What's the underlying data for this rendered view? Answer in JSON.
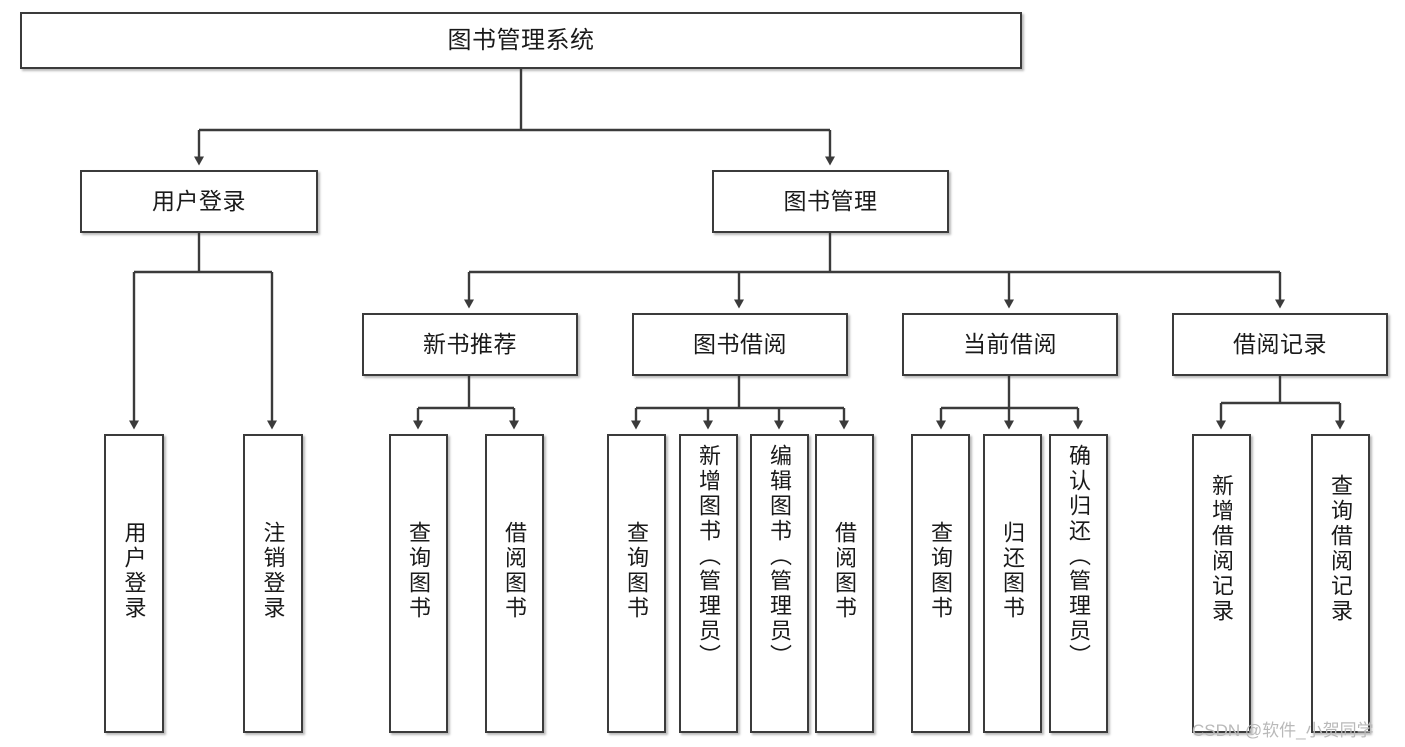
{
  "diagram": {
    "title": "图书管理系统",
    "type": "hierarchy-tree",
    "watermark": "CSDN @软件_小贺同学",
    "colors": {
      "node_border": "#3b3b3b",
      "node_fill": "#ffffff",
      "edge": "#3b3b3b",
      "text": "#1a1a1a",
      "watermark": "#b9b9b9",
      "background": "#ffffff"
    },
    "nodes": {
      "root": {
        "label": "图书管理系统"
      },
      "level2": [
        {
          "id": "user-login",
          "label": "用户登录"
        },
        {
          "id": "book-manage",
          "label": "图书管理"
        }
      ],
      "level3": [
        {
          "id": "new-book-recommend",
          "label": "新书推荐"
        },
        {
          "id": "book-borrow",
          "label": "图书借阅"
        },
        {
          "id": "current-borrow",
          "label": "当前借阅"
        },
        {
          "id": "borrow-record",
          "label": "借阅记录"
        }
      ],
      "leaves": {
        "user_login_children": [
          {
            "id": "leaf-user-login",
            "label": "用户登录"
          },
          {
            "id": "leaf-logout-login",
            "label": "注销登录"
          }
        ],
        "new_book_recommend_children": [
          {
            "id": "leaf-query-book-1",
            "label": "查询图书"
          },
          {
            "id": "leaf-borrow-book-1",
            "label": "借阅图书"
          }
        ],
        "book_borrow_children": [
          {
            "id": "leaf-query-book-2",
            "label": "查询图书"
          },
          {
            "id": "leaf-add-book",
            "label": "新增图书（管理员）"
          },
          {
            "id": "leaf-edit-book",
            "label": "编辑图书（管理员）"
          },
          {
            "id": "leaf-borrow-book-2",
            "label": "借阅图书"
          }
        ],
        "current_borrow_children": [
          {
            "id": "leaf-query-book-3",
            "label": "查询图书"
          },
          {
            "id": "leaf-return-book",
            "label": "归还图书"
          },
          {
            "id": "leaf-confirm-return",
            "label": "确认归还（管理员）"
          }
        ],
        "borrow_record_children": [
          {
            "id": "leaf-add-record",
            "label": "新增借阅记录"
          },
          {
            "id": "leaf-query-record",
            "label": "查询借阅记录"
          }
        ]
      }
    }
  }
}
